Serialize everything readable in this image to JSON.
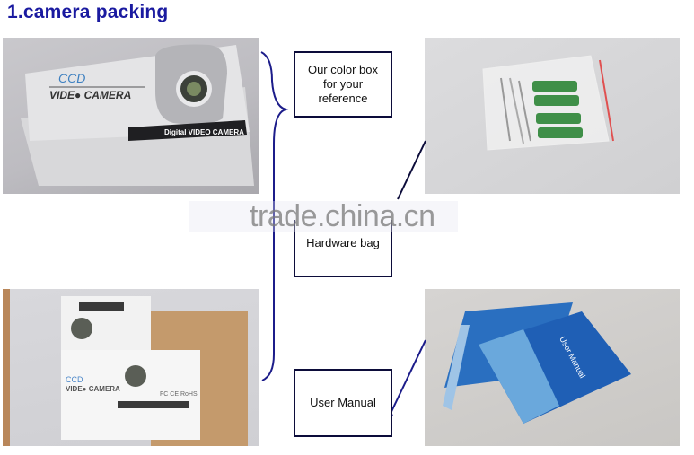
{
  "title": "1.camera packing",
  "photos": {
    "color_box_closed": {
      "box_brand": "CCD",
      "box_title": "VIDE● CAMERA",
      "band_text": "Digital VIDEO CAMERA"
    },
    "color_box_flat": {
      "box_brand": "CCD",
      "box_title": "VIDE● CAMERA",
      "cert_text": "FC CE RoHS"
    },
    "hardware_bag": {},
    "user_manual": {
      "cover_text": "User Manual"
    }
  },
  "callouts": {
    "color_box": "Our color box for your reference",
    "hardware_bag": "Hardware bag",
    "user_manual": "User Manual"
  },
  "watermark": "trade.china.cn",
  "colors": {
    "title": "#1a1aa0",
    "bracket": "#1c1c8a",
    "box_border": "#0c0c3a"
  }
}
